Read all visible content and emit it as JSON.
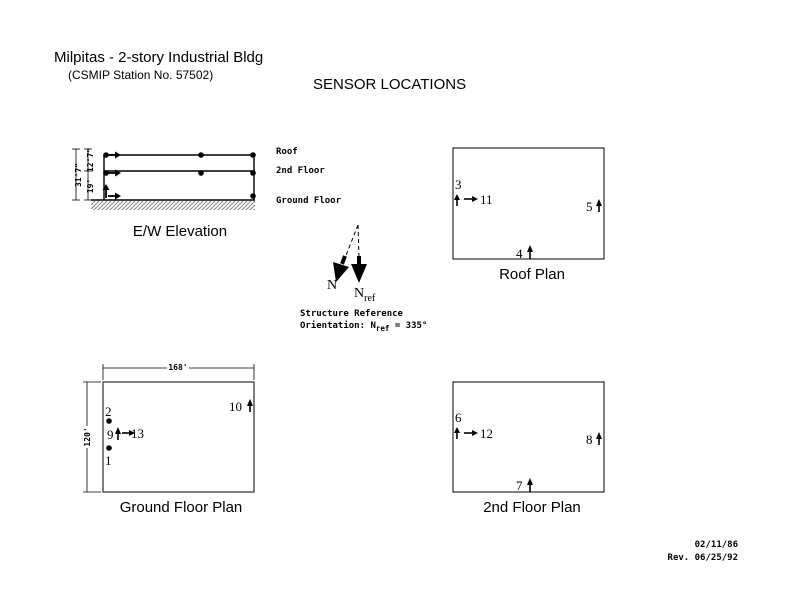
{
  "header": {
    "title": "Milpitas - 2-story Industrial Bldg",
    "station": "(CSMIP Station No. 57502)",
    "subtitle": "SENSOR LOCATIONS"
  },
  "elevation": {
    "caption": "E/W Elevation",
    "levels": [
      "Roof",
      "2nd Floor",
      "Ground Floor"
    ],
    "dims": {
      "total": "31'7\"",
      "upper": "12'7\"",
      "lower": "19'"
    }
  },
  "orientation": {
    "north": "N",
    "nref_main": "N",
    "nref_sub": "ref",
    "line1": "Structure Reference",
    "line2_pre": "Orientation: N",
    "line2_sub": "ref",
    "line2_post": " = 335°"
  },
  "roof_plan": {
    "caption": "Roof Plan",
    "sensors": {
      "s3": "3",
      "s11": "11",
      "s5": "5",
      "s4": "4"
    }
  },
  "ground_plan": {
    "caption": "Ground Floor Plan",
    "dims": {
      "width": "168'",
      "height": "120'"
    },
    "sensors": {
      "s2": "2",
      "s9": "9",
      "s13": "13",
      "s1": "1",
      "s10": "10"
    }
  },
  "second_plan": {
    "caption": "2nd Floor Plan",
    "sensors": {
      "s6": "6",
      "s12": "12",
      "s8": "8",
      "s7": "7"
    }
  },
  "dates": {
    "date": "02/11/86",
    "rev": "Rev. 06/25/92"
  }
}
